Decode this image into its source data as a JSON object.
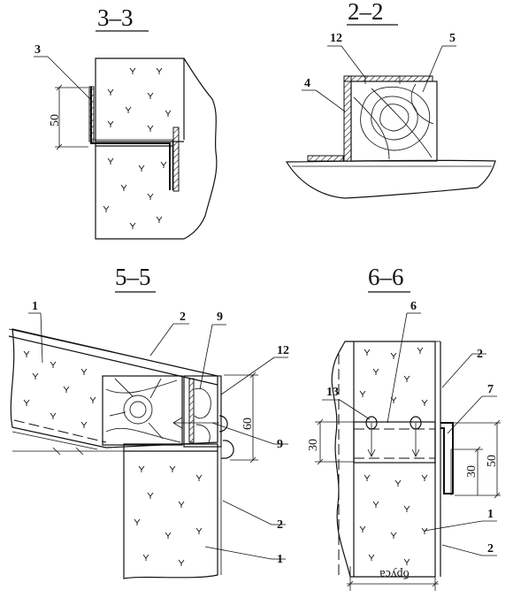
{
  "sections": [
    {
      "id": "s33",
      "title": "3–3",
      "labels": [
        "3"
      ],
      "dims": [
        "50"
      ]
    },
    {
      "id": "s22",
      "title": "2–2",
      "labels": [
        "12",
        "5",
        "4"
      ],
      "dims": []
    },
    {
      "id": "s55",
      "title": "5–5",
      "labels": [
        "1",
        "2",
        "9",
        "12",
        "9",
        "2",
        "1"
      ],
      "dims": [
        "60"
      ]
    },
    {
      "id": "s66",
      "title": "6–6",
      "labels": [
        "6",
        "2",
        "13",
        "7",
        "1",
        "2"
      ],
      "dims": [
        "30",
        "50",
        "30",
        "бруса"
      ]
    }
  ]
}
